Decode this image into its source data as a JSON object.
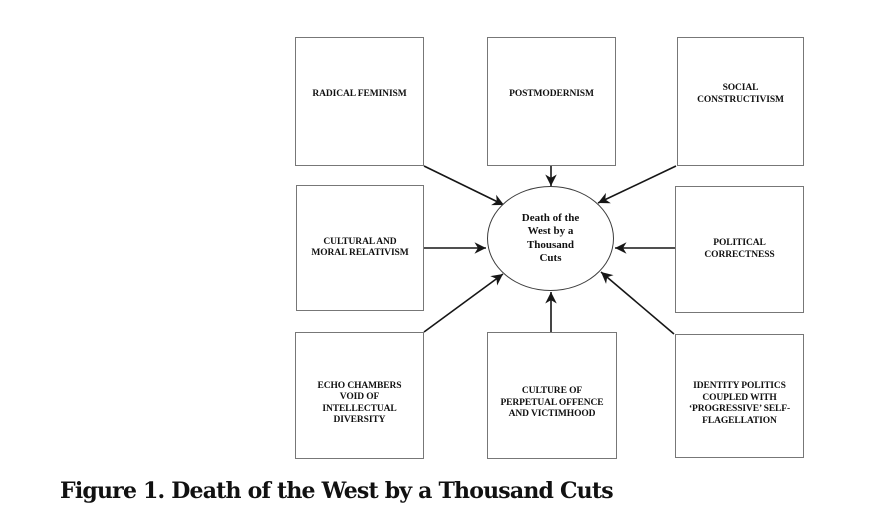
{
  "figure": {
    "caption": "Figure 1. Death of the West by a Thousand Cuts"
  },
  "diagram": {
    "center": {
      "id": "death-of-the-west",
      "lines": [
        "Death of the",
        "West by a",
        "Thousand",
        "Cuts"
      ]
    },
    "nodes": [
      {
        "id": "radical-feminism",
        "lines": [
          "RADICAL FEMINISM"
        ]
      },
      {
        "id": "postmodernism",
        "lines": [
          "POSTMODERNISM"
        ]
      },
      {
        "id": "social-constructivism",
        "lines": [
          "SOCIAL",
          "CONSTRUCTIVISM"
        ]
      },
      {
        "id": "cultural-moral-relativism",
        "lines": [
          "CULTURAL AND",
          "MORAL RELATIVISM"
        ]
      },
      {
        "id": "political-correctness",
        "lines": [
          "POLITICAL",
          "CORRECTNESS"
        ]
      },
      {
        "id": "echo-chambers",
        "lines": [
          "ECHO CHAMBERS",
          "VOID OF",
          "INTELLECTUAL",
          "DIVERSITY"
        ]
      },
      {
        "id": "culture-perpetual-offence",
        "lines": [
          "CULTURE OF",
          "PERPETUAL OFFENCE",
          "AND VICTIMHOOD"
        ]
      },
      {
        "id": "identity-politics",
        "lines": [
          "IDENTITY POLITICS",
          "COUPLED WITH",
          "‘PROGRESSIVE’ SELF-",
          "FLAGELLATION"
        ]
      }
    ]
  },
  "colors": {
    "background": "#ffffff",
    "box_border": "#777777",
    "ellipse_stroke": "#3d3d3d",
    "arrow": "#161616",
    "text": "#111111"
  }
}
